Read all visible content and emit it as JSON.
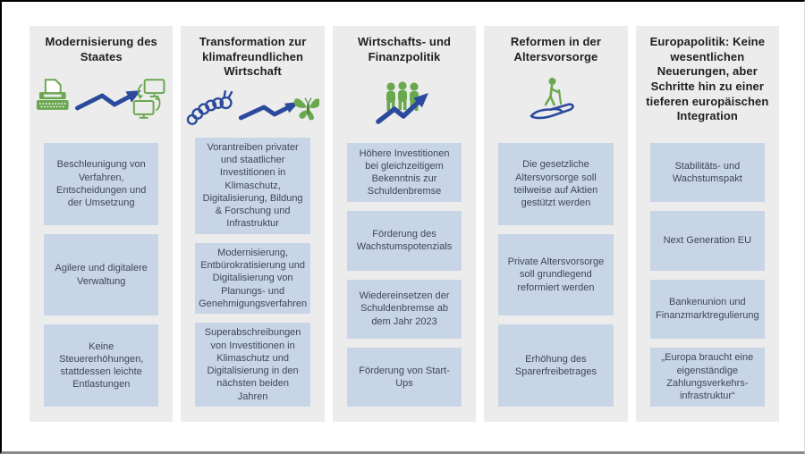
{
  "colors": {
    "panel_bg": "#ececec",
    "box_bg": "#c8d5e6",
    "icon_green": "#6aa84f",
    "icon_blue": "#2b4a9d",
    "title_text": "#1f1f1f",
    "box_text": "#3e4756"
  },
  "columns": [
    {
      "title": "Modernisierung des Staates",
      "icon": "typewriter-to-digital-transition",
      "boxes": [
        "Beschleunigung von Verfahren, Entscheidungen und der Umsetzung",
        "Agilere und digitalere Verwaltung",
        "Keine Steuererhöhungen, stattdessen leichte Entlastungen"
      ]
    },
    {
      "title": "Transformation zur klimafreundlichen Wirtschaft",
      "icon": "caterpillar-to-butterfly-transition",
      "boxes": [
        "Vorantreiben privater und staatlicher Investitionen in Klimaschutz, Digitalisierung, Bildung & Forschung und Infrastruktur",
        "Modernisierung, Entbürokratisierung und Digitalisierung von Planungs- und Genehmigungsverfahren",
        "Superabschreibungen von Investitionen in Klimaschutz und Digitalisierung in den nächsten beiden Jahren"
      ]
    },
    {
      "title": "Wirtschafts- und Finanzpolitik",
      "icon": "people-with-growth-arrow",
      "boxes": [
        "Höhere Investitionen bei gleichzeitigem Bekenntnis zur Schuldenbremse",
        "Förderung des Wachstumspotenzials",
        "Wiedereinsetzen der Schuldenbremse ab dem Jahr 2023",
        "Förderung von Start-Ups"
      ]
    },
    {
      "title": "Reformen in der Altersvorsorge",
      "icon": "senior-on-supporting-hand",
      "boxes": [
        "Die gesetzliche Altersvorsorge soll teilweise auf Aktien gestützt werden",
        "Private Altersvorsorge soll grundlegend reformiert werden",
        "Erhöhung des Sparerfreibetrages"
      ]
    },
    {
      "title": "Europapolitik: Keine wesentlichen Neuerungen, aber Schritte hin zu einer tieferen europäischen Integration",
      "icon": null,
      "boxes": [
        "Stabilitäts- und Wachstumspakt",
        "Next Generation EU",
        "Bankenunion und Finanzmarktregulierung",
        "„Europa braucht eine eigenständige Zahlungsverkehrs-infrastruktur“"
      ]
    }
  ]
}
